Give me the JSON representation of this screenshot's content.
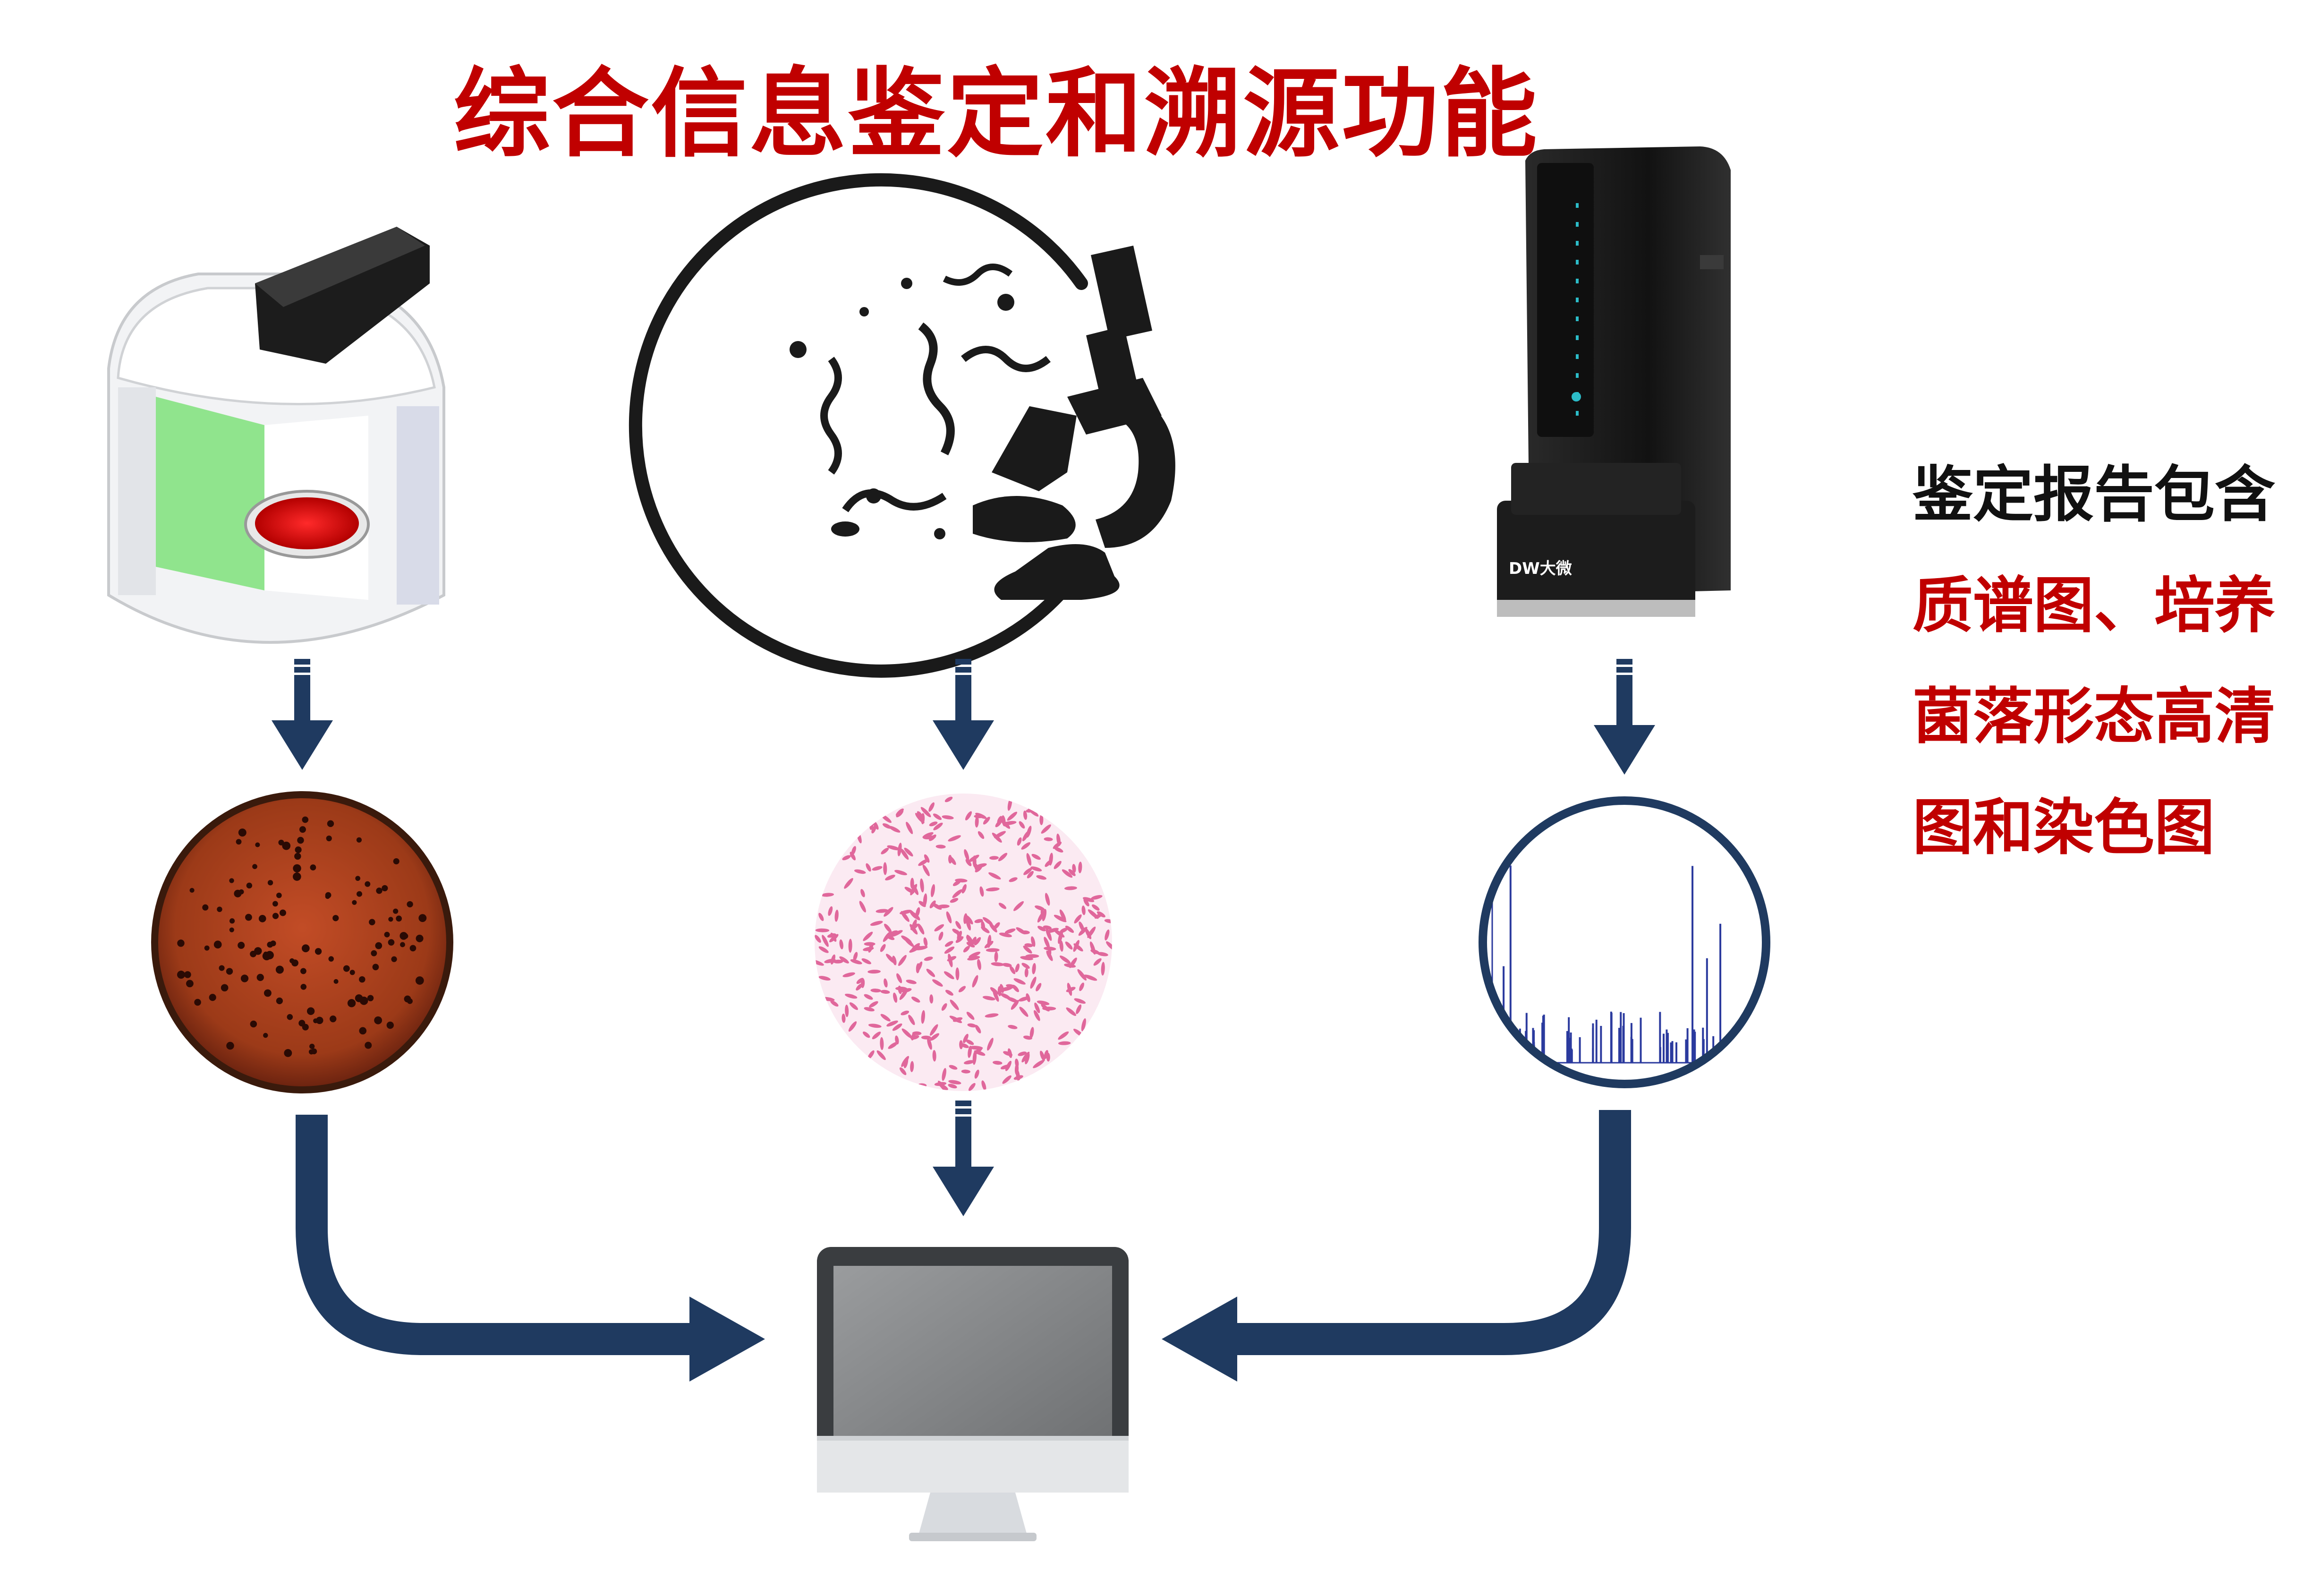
{
  "title": "综合信息鉴定和溯源功能",
  "report_note": {
    "heading": "鉴定报告包含",
    "lines": [
      "质谱图、培养",
      "菌落形态高清",
      "图和染色图"
    ]
  },
  "instrument_brand": "DW大微",
  "colors": {
    "title": "#c00000",
    "arrow": "#1f3a60",
    "plate": "#a5401e",
    "stain": "#e0679b",
    "spectrum": "#2b3a9e",
    "instrument": "#1a1a1a"
  },
  "icons": [
    "colony-imager-icon",
    "microscope-icon",
    "mass-spectrometer-icon",
    "culture-plate-icon",
    "gram-stain-icon",
    "mass-spectrum-icon",
    "computer-monitor-icon"
  ]
}
